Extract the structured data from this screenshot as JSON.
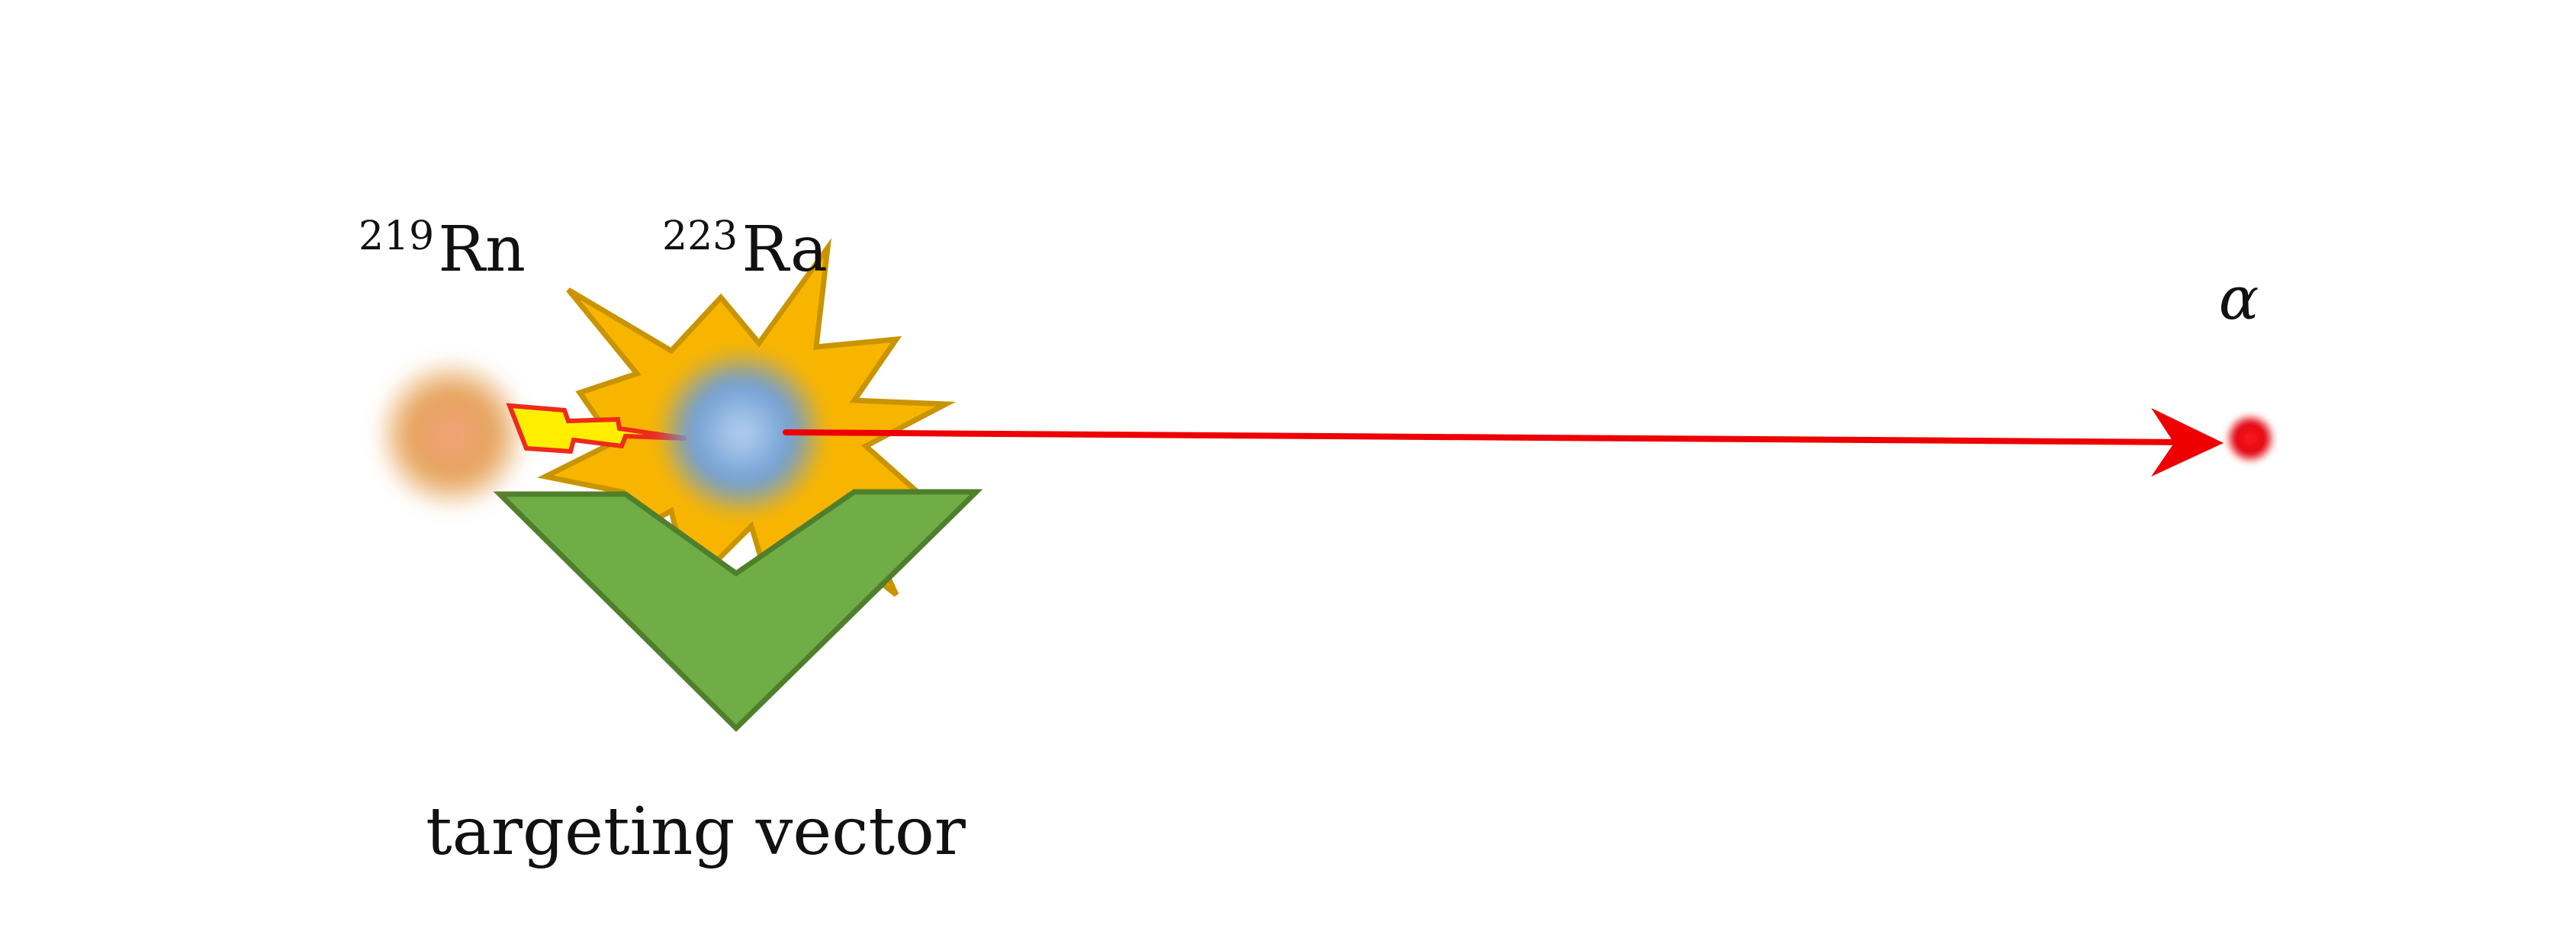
{
  "labels": {
    "radon_mass": "219",
    "radon_symbol": "Rn",
    "radium_mass": "223",
    "radium_symbol": "Ra",
    "alpha": "α",
    "vector": "targeting vector"
  },
  "colors": {
    "radon": "#e09a5a",
    "radium": "#7aa6d6",
    "burst_fill": "#f8b500",
    "burst_stroke": "#c99400",
    "vector_fill": "#70ad47",
    "vector_stroke": "#4f7f2c",
    "bolt_fill": "#ffee00",
    "bolt_stroke": "#ee2a1a",
    "alpha_particle": "#e0000a",
    "arrow": "#ee0000"
  },
  "icons": {
    "radon_atom": "blurred-sphere",
    "radium_atom": "blurred-sphere",
    "burst": "explosion-star",
    "recoil": "lightning-bolt",
    "vector": "chevron-v",
    "alpha_particle": "dot"
  }
}
